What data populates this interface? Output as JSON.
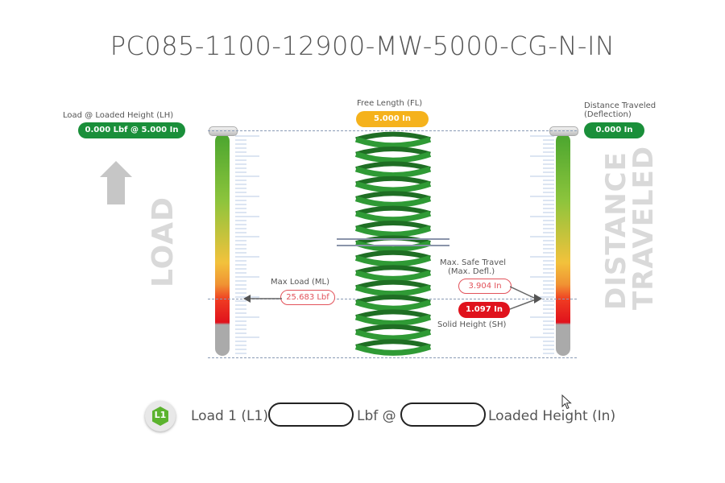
{
  "title": "PC085-1100-12900-MW-5000-CG-N-IN",
  "load_panel": {
    "label": "Load @ Loaded Height (LH)",
    "value": "0.000 Lbf @ 5.000 In",
    "side_text": "LOAD"
  },
  "free_length": {
    "label": "Free Length (FL)",
    "value": "5.000 In"
  },
  "distance_panel": {
    "label_line1": "Distance Traveled",
    "label_line2": "(Deflection)",
    "value": "0.000 In",
    "side_text_line1": "DISTANCE",
    "side_text_line2": "TRAVELED"
  },
  "max_load": {
    "label": "Max Load (ML)",
    "value": "25.683 Lbf"
  },
  "max_safe_travel": {
    "label_line1": "Max. Safe Travel",
    "label_line2": "(Max. Defl.)",
    "value": "3.904 In"
  },
  "solid_height": {
    "label": "Solid Height (SH)",
    "value": "1.097 In"
  },
  "input_row": {
    "badge": "L1",
    "load_label": "Load 1 (L1)",
    "load_value": "",
    "unit_text": "Lbf @",
    "height_value": "",
    "height_label": "Loaded Height (In)"
  },
  "colors": {
    "green": "#1a8f3a",
    "orange": "#f5b21c",
    "red": "#e0121c",
    "spring": "#2f9a35"
  },
  "icons": [
    "up-arrow-icon",
    "left-arrow-icon",
    "right-arrow-icon",
    "cursor-icon",
    "l1-badge-icon"
  ]
}
